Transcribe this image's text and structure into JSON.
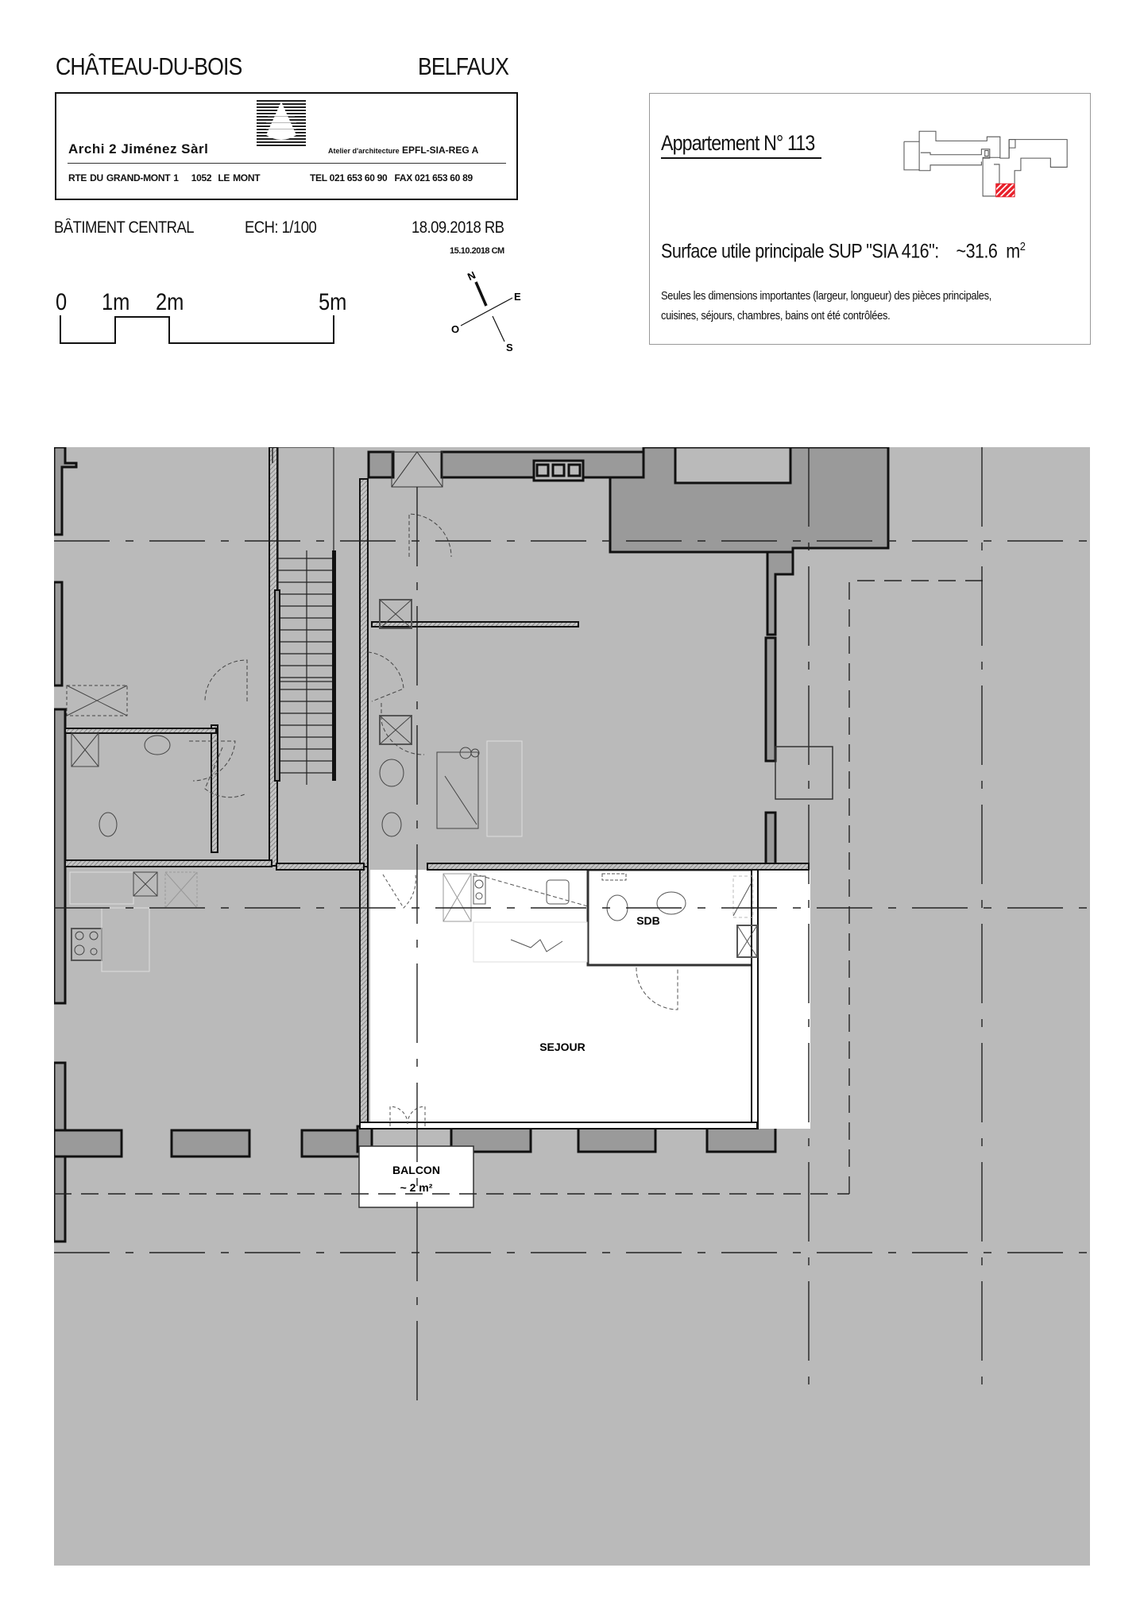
{
  "header": {
    "project": "CHÂTEAU-DU-BOIS",
    "location": "BELFAUX"
  },
  "firm": {
    "name": "Archi 2 Jiménez Sàrl",
    "atelier_prefix": "Atelier d'architecture",
    "atelier_suffix": "EPFL-SIA-REG A",
    "address": "RTE DU GRAND-MONT 1    1052  LE MONT",
    "phone_fax": "TEL 021 653 60 90   FAX 021 653 60 89",
    "logo": "triangle-striped-logo-icon"
  },
  "meta": {
    "building": "BÂTIMENT CENTRAL",
    "scale": "ECH: 1/100",
    "date_primary": "18.09.2018 RB",
    "date_secondary": "15.10.2018 CM"
  },
  "scale_bar": {
    "labels": [
      "0",
      "1m",
      "2m",
      "5m"
    ]
  },
  "compass": {
    "north": "N",
    "east": "E",
    "south": "S",
    "west": "O"
  },
  "info": {
    "apartment_title": "Appartement N° 113",
    "surface_label": "Surface utile principale SUP \"SIA 416\":",
    "surface_value": "~31.6  m",
    "surface_unit_exp": "2",
    "note_line1": "Seules les dimensions importantes (largeur, longueur) des pièces principales,",
    "note_line2": "cuisines, séjours, chambres, bains ont été contrôlées.",
    "highlight_color": "#e8202a"
  },
  "plan": {
    "rooms": [
      {
        "id": "sejour",
        "label": "SEJOUR"
      },
      {
        "id": "sdb",
        "label": "SDB"
      },
      {
        "id": "balcon",
        "label": "BALCON",
        "area": "~ 2 m²"
      }
    ],
    "colors": {
      "background": "#bababa",
      "walls_dark": "#9a9a9a",
      "apartment_fill": "#ffffff",
      "lines": "#111111"
    }
  }
}
